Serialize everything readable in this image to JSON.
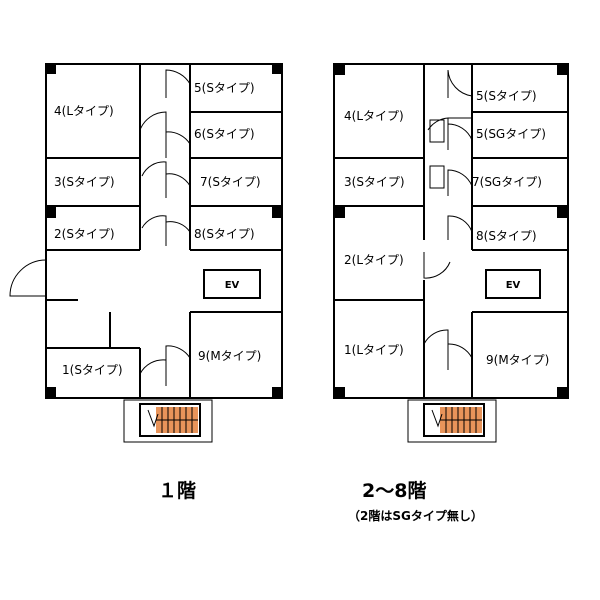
{
  "floor_1": {
    "label": "１階",
    "rooms": [
      "4(Lタイプ)",
      "5(Sタイプ)",
      "6(Sタイプ)",
      "3(Sタイプ)",
      "7(Sタイプ)",
      "2(Sタイプ)",
      "8(Sタイプ)",
      "1(Sタイプ)",
      "9(Mタイプ)"
    ],
    "ev": "EV"
  },
  "floor_2_8": {
    "label": "2～8階",
    "note": "（2階はSGタイプ無し）",
    "rooms": [
      "4(Lタイプ)",
      "5(Sタイプ)",
      "5(SGタイプ)",
      "3(Sタイプ)",
      "7(SGタイプ)",
      "2(Lタイプ)",
      "8(Sタイプ)",
      "1(Lタイプ)",
      "9(Mタイプ)"
    ],
    "ev": "EV"
  }
}
